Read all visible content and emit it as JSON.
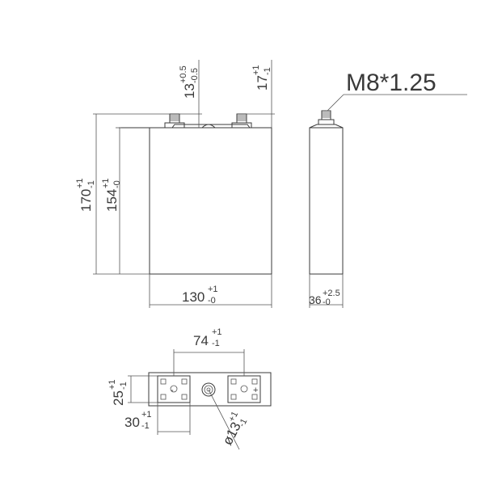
{
  "thread_spec": "M8*1.25",
  "dimensions": {
    "height_total": {
      "value": "170",
      "tol_upper": "+1",
      "tol_lower": "-1"
    },
    "height_case": {
      "value": "154",
      "tol_upper": "+1",
      "tol_lower": "-0"
    },
    "width": {
      "value": "130",
      "tol_upper": "+1",
      "tol_lower": "-0"
    },
    "thickness": {
      "value": "36",
      "tol_upper": "+2.5",
      "tol_lower": "-0"
    },
    "terminal_height": {
      "value": "13",
      "tol_upper": "+0.5",
      "tol_lower": "-0.5"
    },
    "terminal_offset": {
      "value": "17",
      "tol_upper": "+1",
      "tol_lower": "-1"
    },
    "terminal_pitch": {
      "value": "74",
      "tol_upper": "+1",
      "tol_lower": "-1"
    },
    "terminal_size": {
      "value": "25",
      "tol_upper": "+1",
      "tol_lower": "-1"
    },
    "edge_offset": {
      "value": "30",
      "tol_upper": "+1",
      "tol_lower": "-1"
    },
    "vent_diameter": {
      "value": "ø13",
      "tol_upper": "+1",
      "tol_lower": "-1"
    }
  },
  "polarity": {
    "negative": "-",
    "positive": "+"
  }
}
